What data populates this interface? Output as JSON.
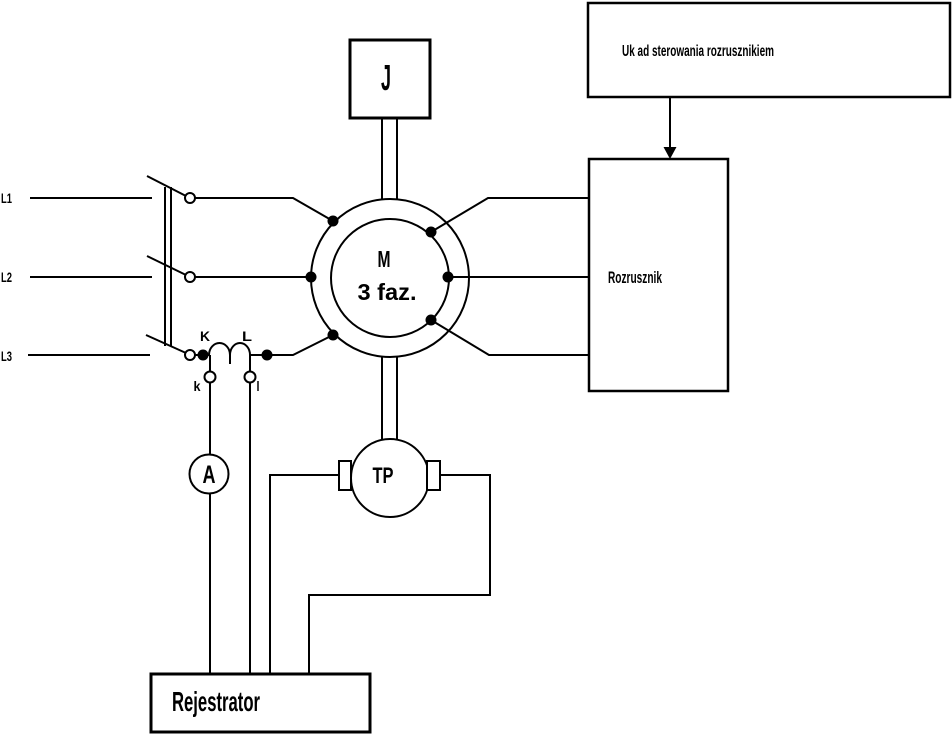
{
  "diagram": {
    "background_color": "#ffffff",
    "line_color": "#000000",
    "supply": {
      "phase1": "L1",
      "phase2": "L2",
      "phase3": "L3"
    },
    "current_transformer": {
      "primary_start": "K",
      "primary_end": "L",
      "secondary_start": "k",
      "secondary_end": "l"
    },
    "ammeter": {
      "label": "A"
    },
    "motor": {
      "symbol": "M",
      "type": "3 faz."
    },
    "load": {
      "label": "J"
    },
    "tacho_probe": {
      "label": "TP"
    },
    "control_unit": {
      "label": "Uk ad sterowania rozrusznikiem"
    },
    "starter": {
      "label": "Rozrusznik"
    },
    "recorder": {
      "label": "Rejestrator"
    }
  }
}
